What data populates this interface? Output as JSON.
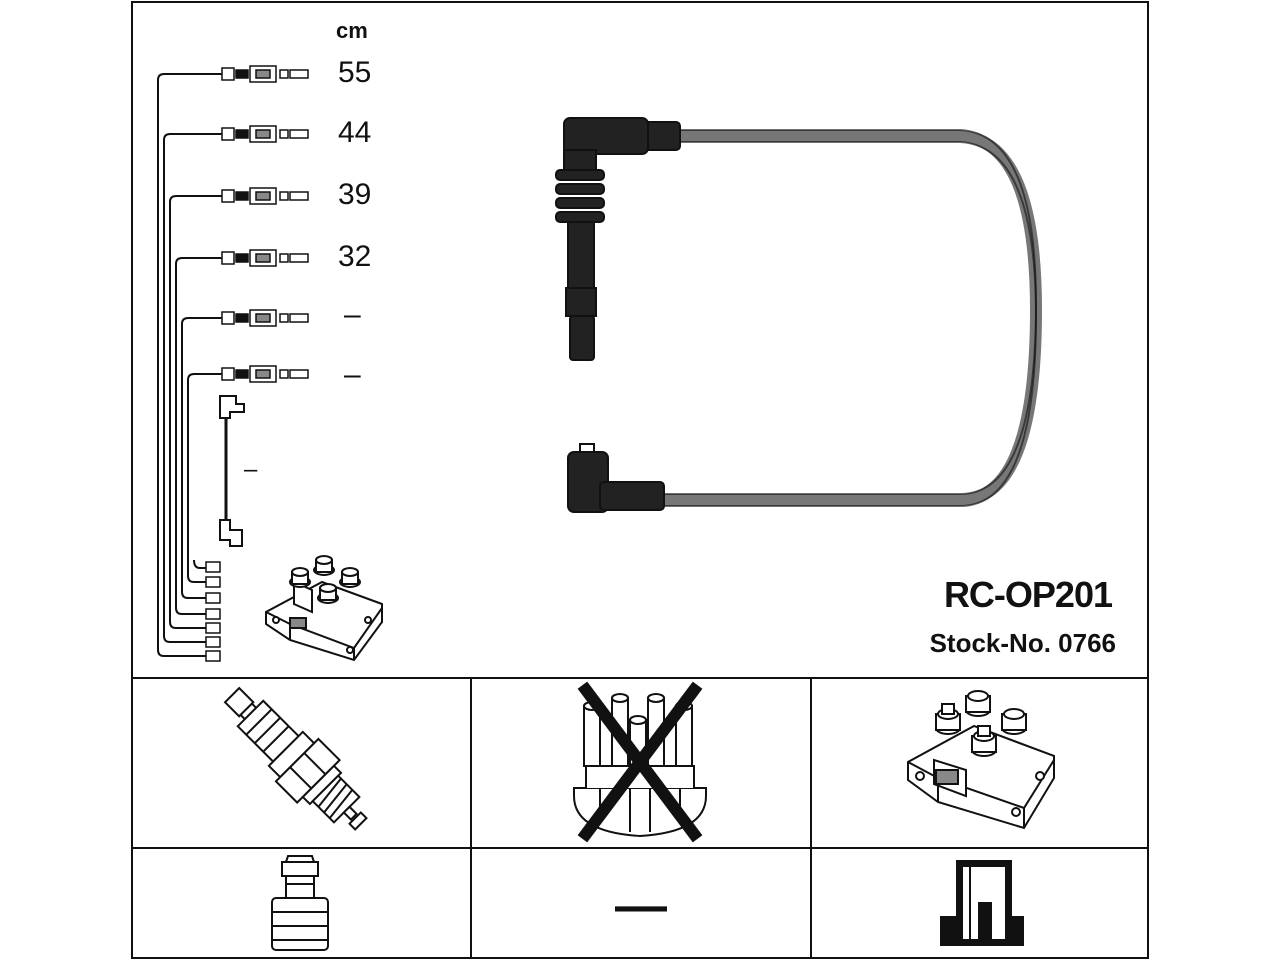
{
  "unit_label": "cm",
  "leads": [
    {
      "length": "55"
    },
    {
      "length": "44"
    },
    {
      "length": "39"
    },
    {
      "length": "32"
    },
    {
      "length": "–"
    },
    {
      "length": "–"
    }
  ],
  "coil_lead_length": "–",
  "product": {
    "model": "RC-OP201",
    "stock": "Stock-No. 0766"
  },
  "compatibility": {
    "spark_plug": {
      "icon": "spark-plug-icon",
      "applicable": true
    },
    "distributor_cap": {
      "icon": "distributor-cap-icon",
      "applicable": false
    },
    "ignition_coil": {
      "icon": "ignition-coil-icon",
      "applicable": true
    },
    "plug_terminal": {
      "icon": "plug-terminal-icon",
      "applicable": true
    },
    "distributor_terminal": {
      "label": "—",
      "applicable": false
    },
    "coil_terminal": {
      "icon": "coil-terminal-icon",
      "applicable": true
    }
  },
  "colors": {
    "line": "#111111",
    "cable": "#777777"
  }
}
